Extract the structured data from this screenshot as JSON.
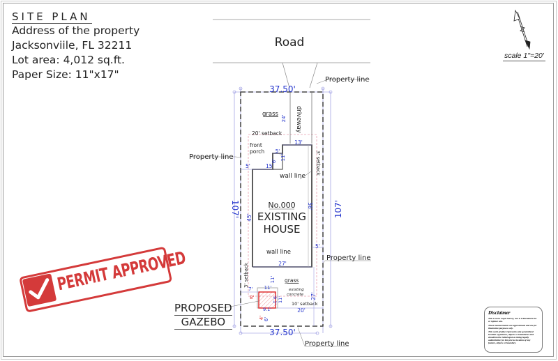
{
  "title_block": {
    "title": "SITE PLAN",
    "lines": [
      "Address of the property",
      "Jacksonviile, FL 32211",
      "Lot area: 4,012 sq.ft.",
      "Paper Size: 11\"x17\""
    ]
  },
  "north_arrow": {
    "icon": "north-arrow-icon",
    "letter": "N"
  },
  "scale": "scale 1\"=20'",
  "road": {
    "label": "Road"
  },
  "lot": {
    "width_top": "37.50'",
    "width_bottom": "37.50'",
    "depth_left": "107'",
    "depth_right": "107'"
  },
  "property_line_labels": [
    "Property line",
    "Property line",
    "Property line",
    "Property line"
  ],
  "areas": {
    "grass_front": "grass",
    "driveway": "driveway",
    "grass_rear": "grass",
    "existing_concrete_line1": "existing",
    "existing_concrete_line2": "concrete"
  },
  "setbacks": {
    "front": "20' setback",
    "side_right": "3' setback",
    "side_left": "3' setback",
    "rear": "10' setback"
  },
  "front_porch": {
    "line1": "front",
    "line2": "porch"
  },
  "wall_line_labels": [
    "wall line",
    "wall line"
  ],
  "house": {
    "number": "No.000",
    "line1": "EXISTING",
    "line2": "HOUSE"
  },
  "dimensions": {
    "driveway_depth": "24'",
    "house_front_right": "13'",
    "porch_width": "5'",
    "porch_depth": "6'",
    "house_jog": "11'",
    "left_setback": "5'",
    "house_front_left": "15'",
    "house_left_depth": "45'",
    "house_right_depth": "56'",
    "right_setback": "5'",
    "house_rear_width": "27'",
    "rear_gap": "11'",
    "concrete_top": "11'",
    "concrete_right": "11'",
    "gazebo_side": "9.1'",
    "gazebo_bottom": "9.1'",
    "gazebo_left_gap": "7'",
    "gazebo_left_red": "8'",
    "gazebo_rear_red": "4'",
    "gazebo_rear": "6'",
    "rear_right": "20'",
    "rear_depth": "27'"
  },
  "gazebo": {
    "line1": "PROPOSED",
    "line2": "GAZEBO"
  },
  "stamp": {
    "text": "PERMIT APPROVED",
    "icon": "checkmark-icon",
    "color": "#d43a3a"
  },
  "disclaimer": {
    "heading": "Disclaimer",
    "paragraphs": [
      "This is not a Legal Survey, nor is it intended to be or replace one.",
      "These measurements are approximate and are for illustrative purposes only.",
      "This work product represents only generalized location of features, objects or boundaries and should not be relied upon as being legally authoritative for the precise location of any feature, objects or boundary."
    ]
  },
  "colors": {
    "dimension_blue": "#2233cc",
    "setback_pink": "#e8a0b0",
    "gazebo_red": "#dd2222",
    "stamp_red": "#d43a3a"
  }
}
